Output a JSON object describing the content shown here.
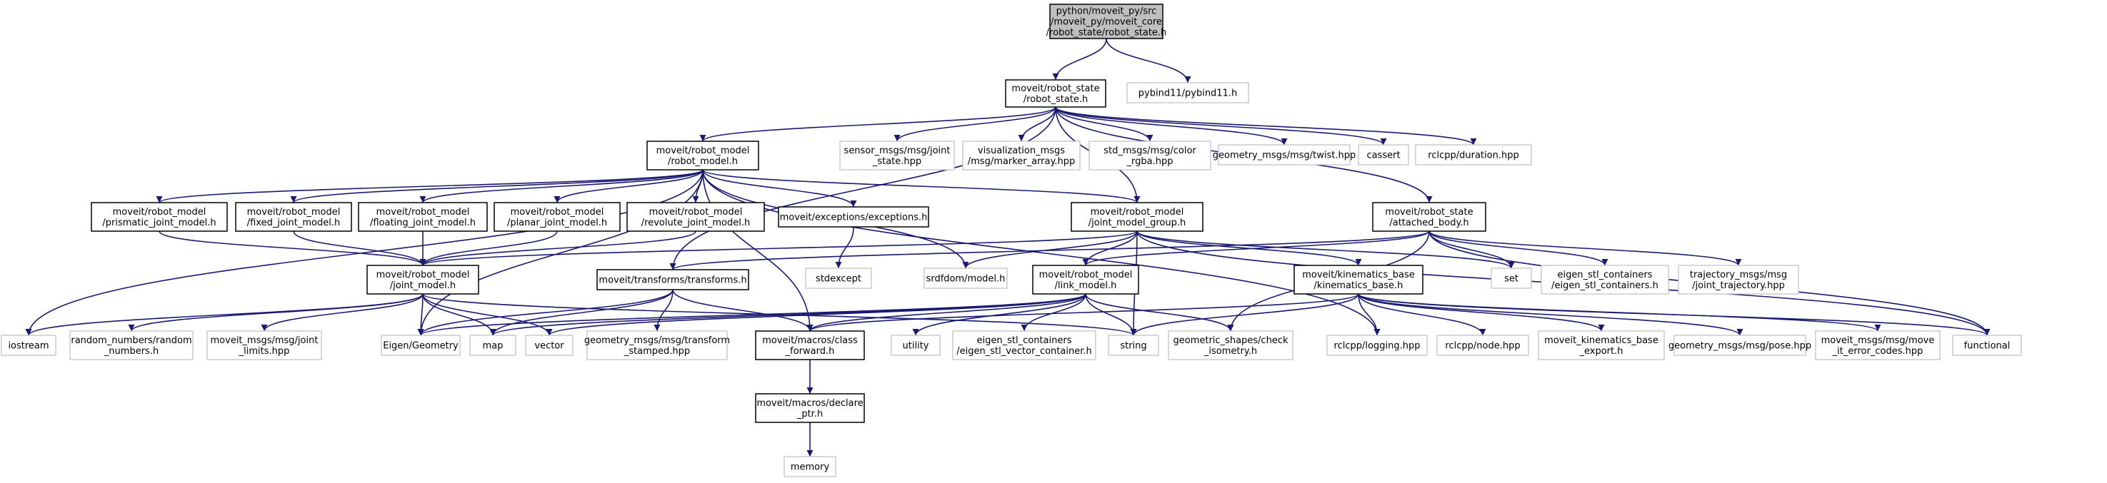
{
  "colors": {
    "edge": "#191970",
    "root_fill": "#bfbfbf",
    "box_border": "#000000",
    "external_border": "#bfbfbf"
  },
  "nodes": {
    "root": {
      "lines": [
        "python/moveit_py/src",
        "/moveit_py/moveit_core",
        "/robot_state/robot_state.h"
      ]
    },
    "robot_state": {
      "lines": [
        "moveit/robot_state",
        "/robot_state.h"
      ]
    },
    "pybind11": {
      "lines": [
        "pybind11/pybind11.h"
      ]
    },
    "robot_model": {
      "lines": [
        "moveit/robot_model",
        "/robot_model.h"
      ]
    },
    "sensor_msgs": {
      "lines": [
        "sensor_msgs/msg/joint",
        "_state.hpp"
      ]
    },
    "visualization_msgs": {
      "lines": [
        "visualization_msgs",
        "/msg/marker_array.hpp"
      ]
    },
    "std_msgs": {
      "lines": [
        "std_msgs/msg/color",
        "_rgba.hpp"
      ]
    },
    "twist": {
      "lines": [
        "geometry_msgs/msg/twist.hpp"
      ]
    },
    "cassert": {
      "lines": [
        "cassert"
      ]
    },
    "duration": {
      "lines": [
        "rclcpp/duration.hpp"
      ]
    },
    "prismatic": {
      "lines": [
        "moveit/robot_model",
        "/prismatic_joint_model.h"
      ]
    },
    "fixed": {
      "lines": [
        "moveit/robot_model",
        "/fixed_joint_model.h"
      ]
    },
    "floating": {
      "lines": [
        "moveit/robot_model",
        "/floating_joint_model.h"
      ]
    },
    "planar": {
      "lines": [
        "moveit/robot_model",
        "/planar_joint_model.h"
      ]
    },
    "revolute": {
      "lines": [
        "moveit/robot_model",
        "/revolute_joint_model.h"
      ]
    },
    "exceptions": {
      "lines": [
        "moveit/exceptions/exceptions.h"
      ]
    },
    "joint_model_group": {
      "lines": [
        "moveit/robot_model",
        "/joint_model_group.h"
      ]
    },
    "attached_body": {
      "lines": [
        "moveit/robot_state",
        "/attached_body.h"
      ]
    },
    "joint_model": {
      "lines": [
        "moveit/robot_model",
        "/joint_model.h"
      ]
    },
    "transforms": {
      "lines": [
        "moveit/transforms/transforms.h"
      ]
    },
    "stdexcept": {
      "lines": [
        "stdexcept"
      ]
    },
    "srdfdom": {
      "lines": [
        "srdfdom/model.h"
      ]
    },
    "link_model": {
      "lines": [
        "moveit/robot_model",
        "/link_model.h"
      ]
    },
    "kinematics_base": {
      "lines": [
        "moveit/kinematics_base",
        "/kinematics_base.h"
      ]
    },
    "set": {
      "lines": [
        "set"
      ]
    },
    "eigen_stl_containers": {
      "lines": [
        "eigen_stl_containers",
        "/eigen_stl_containers.h"
      ]
    },
    "joint_trajectory": {
      "lines": [
        "trajectory_msgs/msg",
        "/joint_trajectory.hpp"
      ]
    },
    "iostream": {
      "lines": [
        "iostream"
      ]
    },
    "random_numbers": {
      "lines": [
        "random_numbers/random",
        "_numbers.h"
      ]
    },
    "joint_limits": {
      "lines": [
        "moveit_msgs/msg/joint",
        "_limits.hpp"
      ]
    },
    "eigen_geometry": {
      "lines": [
        "Eigen/Geometry"
      ]
    },
    "map": {
      "lines": [
        "map"
      ]
    },
    "vector": {
      "lines": [
        "vector"
      ]
    },
    "transform_stamped": {
      "lines": [
        "geometry_msgs/msg/transform",
        "_stamped.hpp"
      ]
    },
    "class_forward": {
      "lines": [
        "moveit/macros/class",
        "_forward.h"
      ]
    },
    "utility": {
      "lines": [
        "utility"
      ]
    },
    "eigen_vector_container": {
      "lines": [
        "eigen_stl_containers",
        "/eigen_stl_vector_container.h"
      ]
    },
    "string": {
      "lines": [
        "string"
      ]
    },
    "check_isometry": {
      "lines": [
        "geometric_shapes/check",
        "_isometry.h"
      ]
    },
    "logging": {
      "lines": [
        "rclcpp/logging.hpp"
      ]
    },
    "node": {
      "lines": [
        "rclcpp/node.hpp"
      ]
    },
    "kinematics_export": {
      "lines": [
        "moveit_kinematics_base",
        "_export.h"
      ]
    },
    "pose": {
      "lines": [
        "geometry_msgs/msg/pose.hpp"
      ]
    },
    "move_it_error_codes": {
      "lines": [
        "moveit_msgs/msg/move",
        "_it_error_codes.hpp"
      ]
    },
    "functional": {
      "lines": [
        "functional"
      ]
    },
    "declare_ptr": {
      "lines": [
        "moveit/macros/declare",
        "_ptr.h"
      ]
    },
    "memory": {
      "lines": [
        "memory"
      ]
    }
  }
}
